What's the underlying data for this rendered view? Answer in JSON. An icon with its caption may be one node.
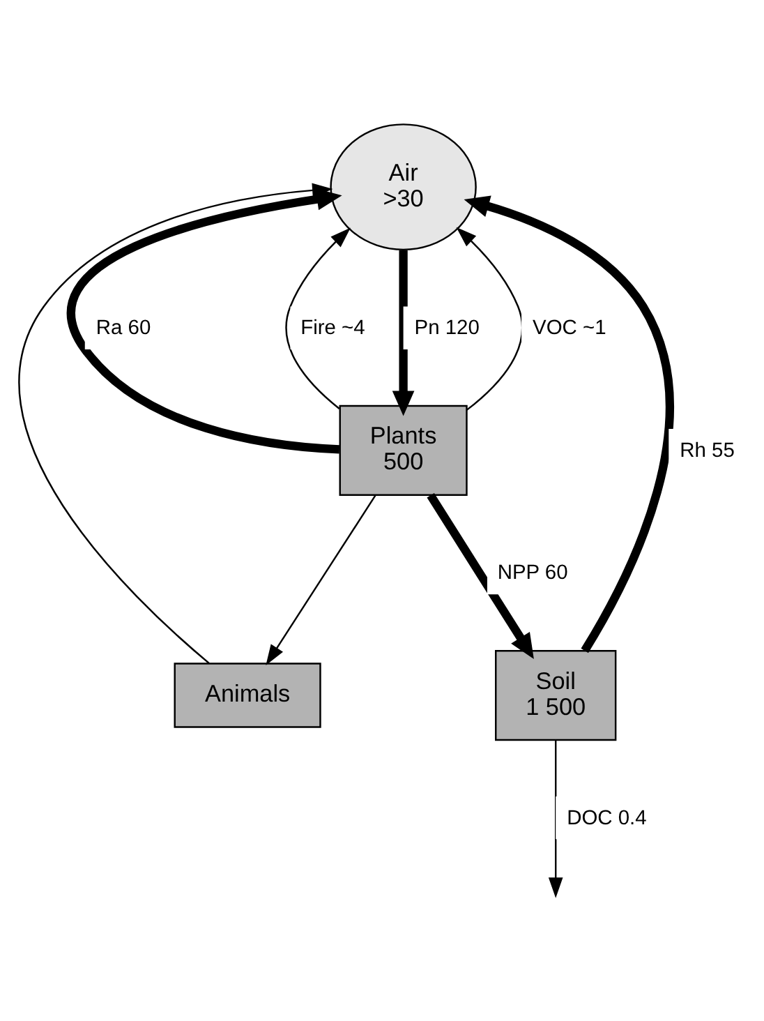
{
  "diagram": {
    "nodes": [
      {
        "text": [
          "Air",
          ">30"
        ]
      },
      {
        "text": [
          "Plants",
          "500"
        ]
      },
      {
        "text": [
          "Animals"
        ]
      },
      {
        "text": [
          "Soil",
          "1 500"
        ]
      }
    ],
    "edges": [
      {
        "from": 0,
        "to": 1,
        "arrow": "to",
        "label": "Pn 120",
        "style": "thick"
      },
      {
        "from": 1,
        "to": 0,
        "arrow": "to",
        "label": "VOC ~1"
      },
      {
        "from": 1,
        "to": 0,
        "arrow": "to",
        "label": "Ra 60",
        "style": "thick"
      },
      {
        "from": 1,
        "to": 0,
        "arrow": "to",
        "label": "Fire ~4"
      },
      {
        "from": 1,
        "to": 2,
        "arrow": "to"
      },
      {
        "from": 1,
        "to": 3,
        "arrow": "to",
        "label": "NPP 60",
        "style": "thick"
      },
      {
        "from": 2,
        "to": 0,
        "arrow": "to"
      },
      {
        "from": 3,
        "to": 0,
        "arrow": "to",
        "label": "Rh 55",
        "style": "thick"
      },
      {
        "from": 3,
        "to": null,
        "arrow": "to",
        "label": "DOC 0.4"
      }
    ]
  }
}
